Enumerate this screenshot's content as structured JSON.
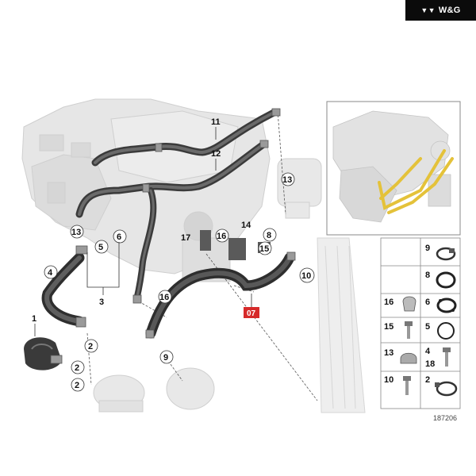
{
  "brand": {
    "label": "W&G",
    "mark": "▼▼"
  },
  "callouts": {
    "c11": "11",
    "c12": "12",
    "c13a": "13",
    "c13b": "13",
    "c4": "4",
    "c5": "5",
    "c6": "6",
    "c3": "3",
    "c1": "1",
    "c2a": "2",
    "c2b": "2",
    "c2c": "2",
    "c17": "17",
    "c16a": "16",
    "c14": "14",
    "c8": "8",
    "c15": "15",
    "c10": "10",
    "c16b": "16",
    "c9": "9"
  },
  "highlight_label": "07",
  "parts_table": [
    {
      "num": "9",
      "icon": "hose-clamp-icon"
    },
    {
      "num": "8",
      "icon": "o-ring-icon"
    },
    {
      "num": "16",
      "icon": "clip-icon"
    },
    {
      "num": "6",
      "icon": "gasket-icon"
    },
    {
      "num": "15",
      "icon": "bolt-icon"
    },
    {
      "num": "5",
      "icon": "seal-ring-icon"
    },
    {
      "num": "13",
      "icon": "clamp-bracket-icon"
    },
    {
      "num": "4",
      "sub": "18",
      "icon": "screw-icon"
    },
    {
      "num": "10",
      "icon": "bolt-icon"
    },
    {
      "num": "2",
      "icon": "spring-clamp-icon"
    }
  ],
  "diagram_id": "187206",
  "colors": {
    "highlight_red": "#d62a2a",
    "hose": "#4a4a4a",
    "engine": "#e3e3e3",
    "inset_pipe": "#e4c23a"
  }
}
